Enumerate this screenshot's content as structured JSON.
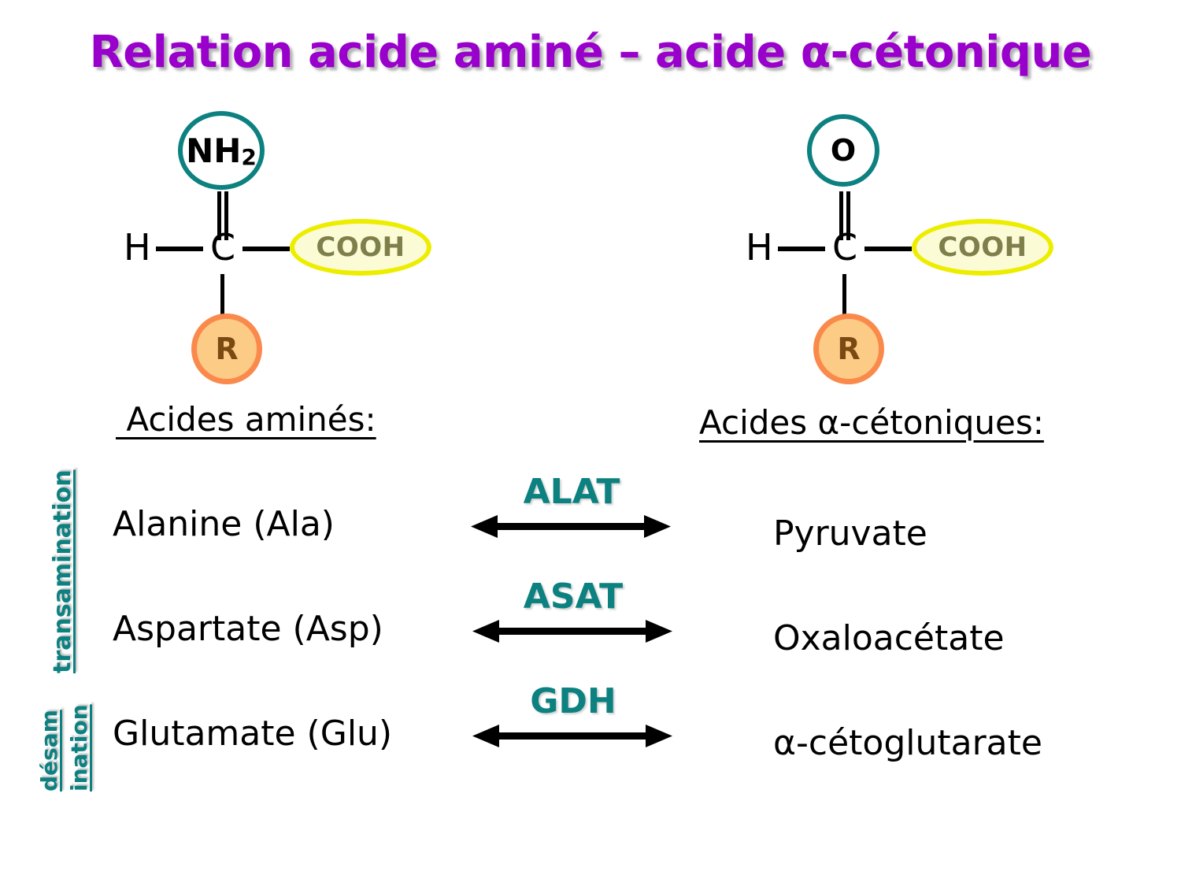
{
  "title": "Relation acide aminé – acide α-cétonique",
  "molecules": {
    "left": {
      "top_group": "NH",
      "top_group_sub": "2",
      "h_atom": "H",
      "c_atom": "C",
      "cooh": "COOH",
      "r_group": "R"
    },
    "right": {
      "top_group": "O",
      "h_atom": "H",
      "c_atom": "C",
      "cooh": "COOH",
      "r_group": "R"
    }
  },
  "headings": {
    "amino_acids": " Acides aminés:",
    "keto_acids": "Acides α-cétoniques:"
  },
  "side_labels": {
    "transamination": "transamination",
    "desamination_line1": "désam",
    "desamination_line2": "ination"
  },
  "reactions": [
    {
      "substrate": "Alanine (Ala)",
      "enzyme": "ALAT",
      "product": "Pyruvate"
    },
    {
      "substrate": "Aspartate (Asp)",
      "enzyme": "ASAT",
      "product": "Oxaloacétate"
    },
    {
      "substrate": "Glutamate (Glu)",
      "enzyme": "GDH",
      "product": "α-cétoglutarate"
    }
  ],
  "colors": {
    "title_purple": "#9900cc",
    "teal": "#0d8080",
    "cooh_fill": "#fbfbd6",
    "cooh_border": "#eded00",
    "cooh_text": "#7f7f4c",
    "r_fill": "#fccb86",
    "r_border": "#fa8a4c",
    "r_text": "#7a4a12",
    "background": "#ffffff"
  }
}
